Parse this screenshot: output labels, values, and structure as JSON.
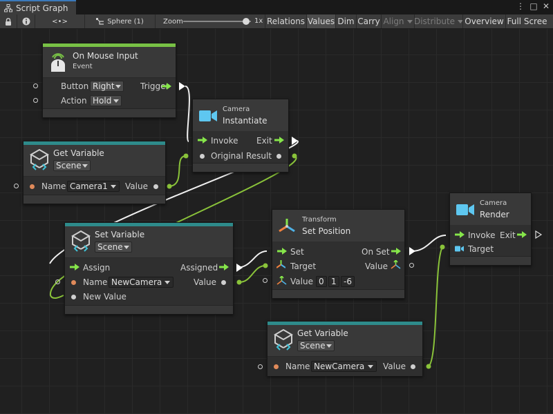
{
  "window": {
    "tab_title": "Script Graph",
    "controls": {
      "menu": "⋮",
      "maximize": "□",
      "close": "✕"
    }
  },
  "toolbar": {
    "lock_icon": "lock-icon",
    "info_icon": "info-icon",
    "code_icon_text": "<•>",
    "object_name": "Sphere (1)",
    "zoom_label": "Zoom",
    "zoom_value_label": "1x",
    "zoom_level": 0.98,
    "buttons": [
      {
        "label": "Relations",
        "active": false,
        "disabled": false
      },
      {
        "label": "Values",
        "active": true,
        "disabled": false
      },
      {
        "label": "Dim",
        "active": false,
        "disabled": false
      },
      {
        "label": "Carry",
        "active": false,
        "disabled": false
      },
      {
        "label": "Align",
        "active": false,
        "disabled": true
      },
      {
        "label": "Distribute",
        "active": false,
        "disabled": true
      },
      {
        "label": "Overview",
        "active": false,
        "disabled": false
      },
      {
        "label": "Full Scree",
        "active": false,
        "disabled": false
      }
    ]
  },
  "colors": {
    "event_bar": "#78c145",
    "variable_bar": "#2e8b8b",
    "flow_wire": "#ffffff",
    "value_wire": "#8ac33a",
    "accent_arrow": "#86e64a",
    "camera_icon": "#5ec7f0"
  },
  "nodes": {
    "mouse_input": {
      "title": "On Mouse Input",
      "subtitle": "Event",
      "button_label": "Button",
      "button_value": "Right",
      "action_label": "Action",
      "action_value": "Hold",
      "trigger_label": "Trigger"
    },
    "camera_instantiate": {
      "category": "Camera",
      "title": "Instantiate",
      "invoke_label": "Invoke",
      "exit_label": "Exit",
      "original_label": "Original",
      "result_label": "Result"
    },
    "get_variable_1": {
      "title": "Get Variable",
      "scope": "Scene",
      "name_label": "Name",
      "name_value": "Camera1",
      "value_label": "Value"
    },
    "set_variable": {
      "title": "Set Variable",
      "scope": "Scene",
      "assign_label": "Assign",
      "assigned_label": "Assigned",
      "name_label": "Name",
      "name_value": "NewCamera",
      "value_label": "Value",
      "new_value_label": "New Value"
    },
    "transform_set_position": {
      "category": "Transform",
      "title": "Set Position",
      "set_label": "Set",
      "on_set_label": "On Set",
      "target_label": "Target",
      "value_out_label": "Value",
      "value_in_label": "Value",
      "x": "0",
      "y": "1",
      "z": "-6"
    },
    "camera_render": {
      "category": "Camera",
      "title": "Render",
      "invoke_label": "Invoke",
      "exit_label": "Exit",
      "target_label": "Target"
    },
    "get_variable_2": {
      "title": "Get Variable",
      "scope": "Scene",
      "name_label": "Name",
      "name_value": "NewCamera",
      "value_label": "Value"
    }
  }
}
